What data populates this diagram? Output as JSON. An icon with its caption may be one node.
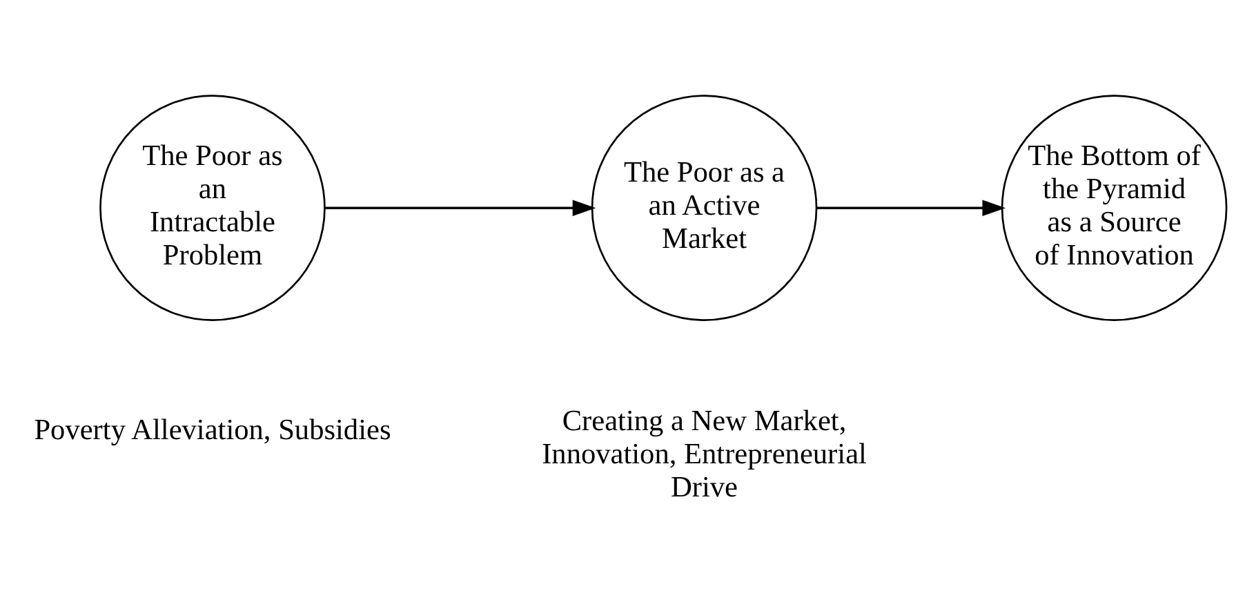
{
  "diagram": {
    "nodes": [
      {
        "text": [
          "The Poor as an Intractable Problem"
        ]
      },
      {
        "text": [
          "The Poor as a an Active Market"
        ]
      },
      {
        "text": [
          "The Bottom of the Pyramid as a Source of Innovation"
        ]
      }
    ],
    "edges": [
      {
        "from": 0,
        "to": 1,
        "arrow": "to"
      },
      {
        "from": 1,
        "to": 2,
        "arrow": "to"
      }
    ],
    "labels": [
      "Poverty Alleviation, Subsidies",
      "Creating a New Market, Innovation, Entrepreneurial Drive"
    ]
  }
}
